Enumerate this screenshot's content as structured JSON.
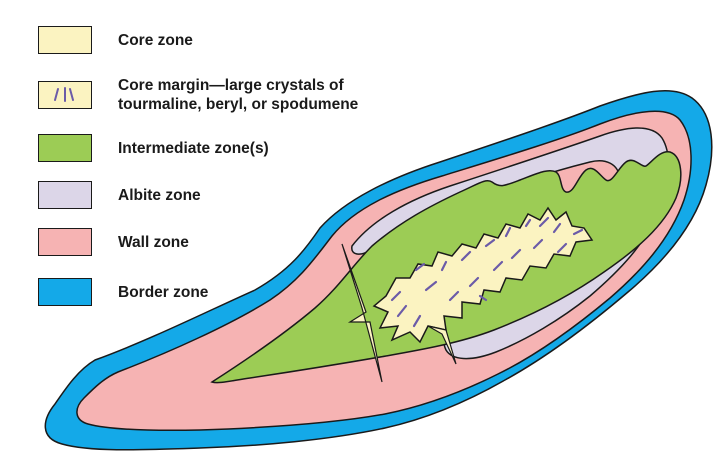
{
  "legend": {
    "items": [
      {
        "id": "core",
        "label": "Core zone",
        "color": "#fbf3c1",
        "pattern": "none"
      },
      {
        "id": "core_margin",
        "label_line1": "Core margin—large crystals of",
        "label_line2": "tourmaline, beryl, or spodumene",
        "color": "#fbf3c1",
        "pattern": "crystal-marks"
      },
      {
        "id": "intermediate",
        "label": "Intermediate zone(s)",
        "color": "#9ccc55",
        "pattern": "none"
      },
      {
        "id": "albite",
        "label": "Albite zone",
        "color": "#dcd6e8",
        "pattern": "none"
      },
      {
        "id": "wall",
        "label": "Wall zone",
        "color": "#f6b3b3",
        "pattern": "none"
      },
      {
        "id": "border",
        "label": "Border zone",
        "color": "#14a9e8",
        "pattern": "none"
      }
    ]
  },
  "colors": {
    "outline": "#1a1a1a",
    "crystal_marks": "#6b5ba8"
  }
}
